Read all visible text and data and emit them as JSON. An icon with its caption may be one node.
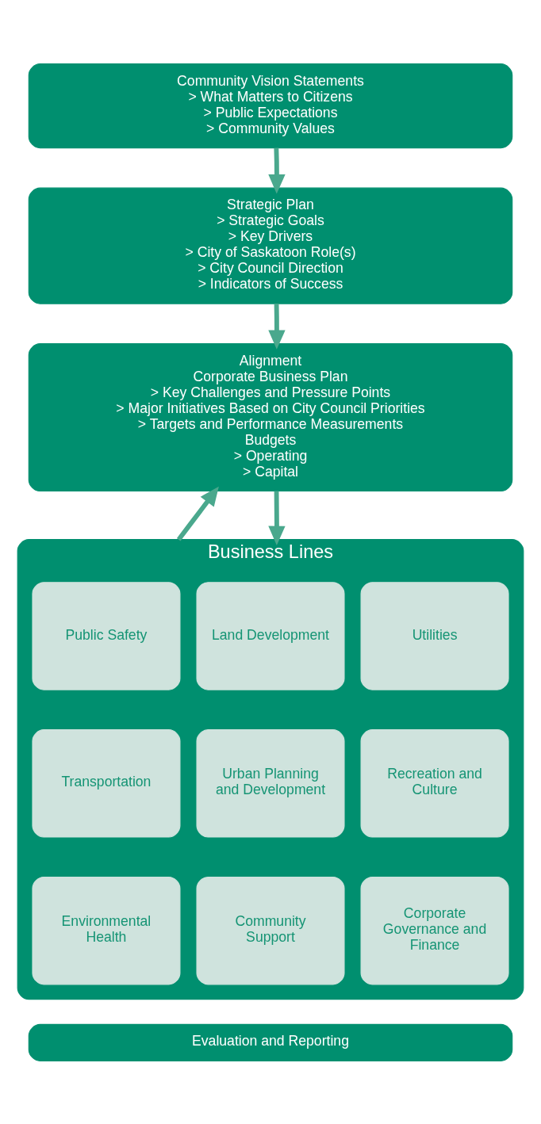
{
  "diagram": {
    "nodes": [
      {
        "text": [
          "Community Vision Statements",
          "> What Matters to Citizens",
          "> Public Expectations",
          "> Community Values"
        ]
      },
      {
        "text": [
          "Strategic Plan",
          "> Strategic Goals",
          "> Key Drivers",
          "> City of Saskatoon Role(s)",
          "> City Council Direction",
          "> Indicators of Success"
        ]
      },
      {
        "text": [
          "Alignment",
          "Corporate Business Plan",
          "> Key Challenges and Pressure Points",
          "> Major Initiatives Based on City Council Priorities",
          "> Targets and Performance Measurements",
          "Budgets",
          "> Operating",
          "> Capital"
        ]
      },
      {
        "text": [
          "Business Lines"
        ]
      },
      {
        "text": [
          "Public Safety"
        ],
        "in": 3
      },
      {
        "text": [
          "Land Development"
        ],
        "in": 3
      },
      {
        "text": [
          "Utilities"
        ],
        "in": 3
      },
      {
        "text": [
          "Transportation"
        ],
        "in": 3
      },
      {
        "text": [
          "Urban Planning and Development"
        ],
        "in": 3
      },
      {
        "text": [
          "Recreation and Culture"
        ],
        "in": 3
      },
      {
        "text": [
          "Environmental Health"
        ],
        "in": 3
      },
      {
        "text": [
          "Community Support"
        ],
        "in": 3
      },
      {
        "text": [
          "Corporate Governance and Finance"
        ],
        "in": 3
      },
      {
        "text": [
          "Evaluation and Reporting"
        ]
      }
    ],
    "edges": [
      {
        "from": 0,
        "to": 1,
        "arrow": "to"
      },
      {
        "from": 1,
        "to": 2,
        "arrow": "to"
      },
      {
        "from": 2,
        "to": 3,
        "arrow": "to"
      },
      {
        "from": 3,
        "to": 2,
        "arrow": "to"
      }
    ]
  }
}
